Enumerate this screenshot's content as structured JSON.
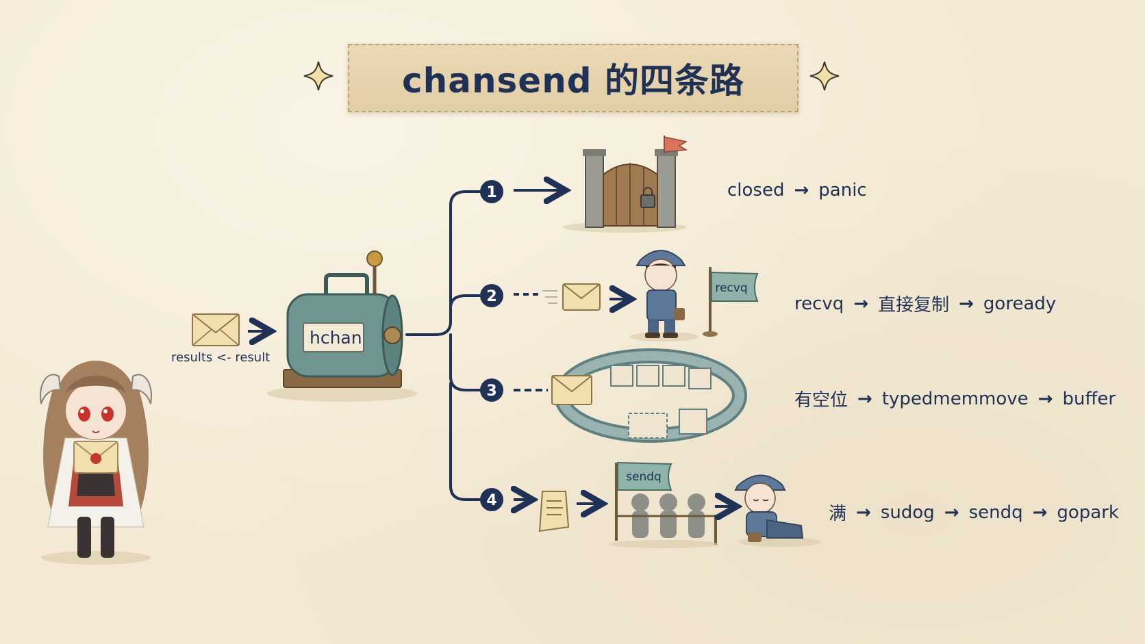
{
  "title": "chansend 的四条路",
  "sender": {
    "caption": "results <- result"
  },
  "hub": {
    "label": "hchan"
  },
  "paths": [
    {
      "number": "1",
      "steps": [
        "closed",
        "panic"
      ]
    },
    {
      "number": "2",
      "flag": "recvq",
      "steps": [
        "recvq",
        "直接复制",
        "goready"
      ]
    },
    {
      "number": "3",
      "steps": [
        "有空位",
        "typedmemmove",
        "buffer"
      ]
    },
    {
      "number": "4",
      "flag": "sendq",
      "steps": [
        "满",
        "sudog",
        "sendq",
        "gopark"
      ]
    }
  ],
  "colors": {
    "ink": "#1f3155",
    "paper": "#f3e9d4",
    "banner": "#e6d4ae",
    "machine": "#6f9590",
    "envelope": "#f1dfb0",
    "flag": "#8fb3a8"
  }
}
